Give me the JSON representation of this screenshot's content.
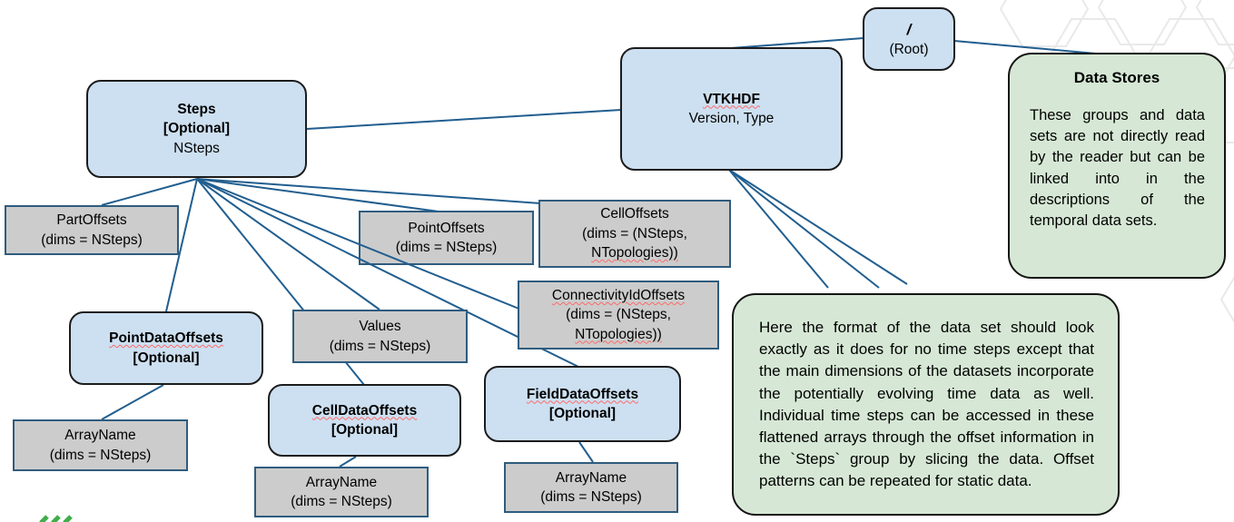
{
  "diagram": {
    "nodes": {
      "root": {
        "title": "/",
        "subtitle": "(Root)"
      },
      "vtkhdf": {
        "title": "VTKHDF",
        "subtitle": "Version, Type"
      },
      "steps": {
        "title": "Steps",
        "line2": "[Optional]",
        "line3": "NSteps"
      },
      "part_offsets": {
        "line1": "PartOffsets",
        "line2": "(dims = NSteps)"
      },
      "point_offsets": {
        "line1": "PointOffsets",
        "line2": "(dims = NSteps)"
      },
      "cell_offsets": {
        "line1": "CellOffsets",
        "line2": "(dims = (NSteps,",
        "line3": "NTopologies))"
      },
      "connectivity_id_offsets": {
        "line1": "ConnectivityIdOffsets",
        "line2": "(dims = (NSteps,",
        "line3": "NTopologies))"
      },
      "values": {
        "line1": "Values",
        "line2": "(dims = NSteps)"
      },
      "point_data_offsets": {
        "line1": "PointDataOffsets",
        "line2": "[Optional]"
      },
      "cell_data_offsets": {
        "line1": "CellDataOffsets",
        "line2": "[Optional]"
      },
      "field_data_offsets": {
        "line1": "FieldDataOffsets",
        "line2": "[Optional]"
      },
      "array_name_point": {
        "line1": "ArrayName",
        "line2": "(dims = NSteps)"
      },
      "array_name_cell": {
        "line1": "ArrayName",
        "line2": "(dims = NSteps)"
      },
      "array_name_field": {
        "line1": "ArrayName",
        "line2": "(dims = NSteps)"
      }
    },
    "notes": {
      "data_stores": {
        "title": "Data Stores",
        "body": "These groups and data sets are not directly read by the reader but can be linked into in the descriptions of the temporal data sets."
      },
      "time_steps": {
        "body": "Here the format of the data set should look exactly as it does for no time steps except that the main dimensions of the datasets incorporate the potentially evolving time data as well. Individual time steps can be accessed in these flattened arrays through the offset information in the `Steps` group by slicing the data. Offset patterns can be repeated for static data."
      }
    },
    "colors": {
      "group_node_fill": "#cde0f1",
      "dataset_node_fill": "#cccccc",
      "note_fill": "#d6e8d5",
      "connector": "#215e8f",
      "dataset_border": "#2f5c7e",
      "spellcheck_squiggle": "#ff6a6a",
      "logo_green": "#3fae49"
    }
  }
}
